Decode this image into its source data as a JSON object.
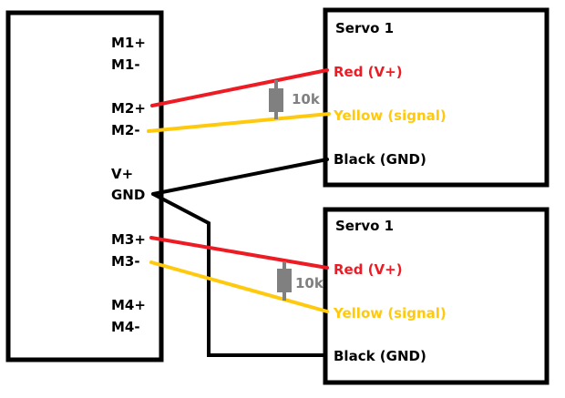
{
  "colors": {
    "red_wire": "#ed1c24",
    "yellow_wire": "#ffc90e",
    "black_wire": "#000000",
    "resistor": "#808080",
    "outline": "#000000"
  },
  "controller": {
    "pins": [
      {
        "id": "m1p",
        "label": "M1+"
      },
      {
        "id": "m1n",
        "label": "M1-"
      },
      {
        "id": "m2p",
        "label": "M2+"
      },
      {
        "id": "m2n",
        "label": "M2-"
      },
      {
        "id": "vp",
        "label": "V+"
      },
      {
        "id": "gnd",
        "label": "GND"
      },
      {
        "id": "m3p",
        "label": "M3+"
      },
      {
        "id": "m3n",
        "label": "M3-"
      },
      {
        "id": "m4p",
        "label": "M4+"
      },
      {
        "id": "m4n",
        "label": "M4-"
      }
    ]
  },
  "servos": [
    {
      "title": "Servo 1",
      "red_label": "Red (V+)",
      "yellow_label": "Yellow (signal)",
      "black_label": "Black (GND)",
      "resistor_label": "10k"
    },
    {
      "title": "Servo 1",
      "red_label": "Red (V+)",
      "yellow_label": "Yellow (signal)",
      "black_label": "Black (GND)",
      "resistor_label": "10k"
    }
  ],
  "connections": [
    {
      "from": "M2+",
      "to": "Servo 1 (top) Red (V+)",
      "color": "red"
    },
    {
      "from": "M2-",
      "to": "Servo 1 (top) Yellow (signal)",
      "color": "yellow"
    },
    {
      "from": "GND",
      "to": "Servo 1 (top) Black (GND)",
      "color": "black"
    },
    {
      "from": "GND",
      "to": "Servo 1 (bottom) Black (GND)",
      "color": "black"
    },
    {
      "from": "M3+",
      "to": "Servo 1 (bottom) Red (V+)",
      "color": "red"
    },
    {
      "from": "M3-",
      "to": "Servo 1 (bottom) Yellow (signal)",
      "color": "yellow"
    }
  ]
}
